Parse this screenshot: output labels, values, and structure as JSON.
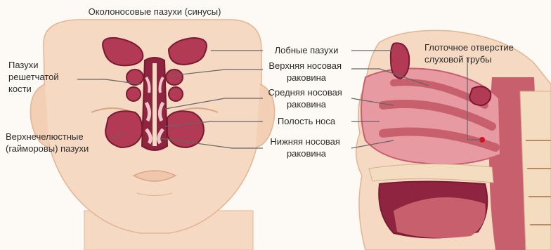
{
  "title": "Околоносовые пазухи (синусы)",
  "labels": {
    "ethmoid": [
      "Пазухи",
      "решетчатой",
      "кости"
    ],
    "maxillary": [
      "Верхнечелюстные",
      "(гайморовы) пазухи"
    ],
    "frontal": [
      "Лобные пазухи"
    ],
    "superior_concha": [
      "Верхняя носовая",
      "раковина"
    ],
    "middle_concha": [
      "Средняя носовая",
      "раковина"
    ],
    "nasal_cavity": [
      "Полость носа"
    ],
    "inferior_concha": [
      "Нижняя носовая",
      "раковина"
    ],
    "tube_opening": [
      "Глоточное отверстие",
      "слуховой трубы"
    ]
  },
  "colors": {
    "skin": "#f6d9c2",
    "skin_outline": "#e2b594",
    "sinus_fill": "#b23a55",
    "sinus_border": "#7a1a30",
    "mucosa": "#e79aa2",
    "tissue": "#c75f6c",
    "bone": "#f3dcc0"
  }
}
